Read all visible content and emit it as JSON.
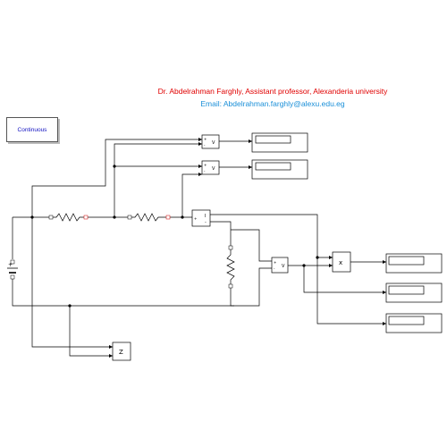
{
  "header": {
    "author": "Dr. Abdelrahman Farghly, Assistant professor, Alexanderia university",
    "email": "Email: Abdelrahman.farghly@alexu.edu.eg"
  },
  "powergui": {
    "label": "Continuous"
  },
  "blocks": {
    "voltmeter_label": "V",
    "current_meter_label": "I",
    "multiply_label": "x",
    "impedance_label": "Z",
    "plus_sign": "+",
    "minus_sign": "-"
  },
  "colors": {
    "wire": "#000000",
    "title_red": "#e00000",
    "email_blue": "#1a8fd8",
    "powergui_text": "#1010c0",
    "port_red": "#cc0000"
  }
}
